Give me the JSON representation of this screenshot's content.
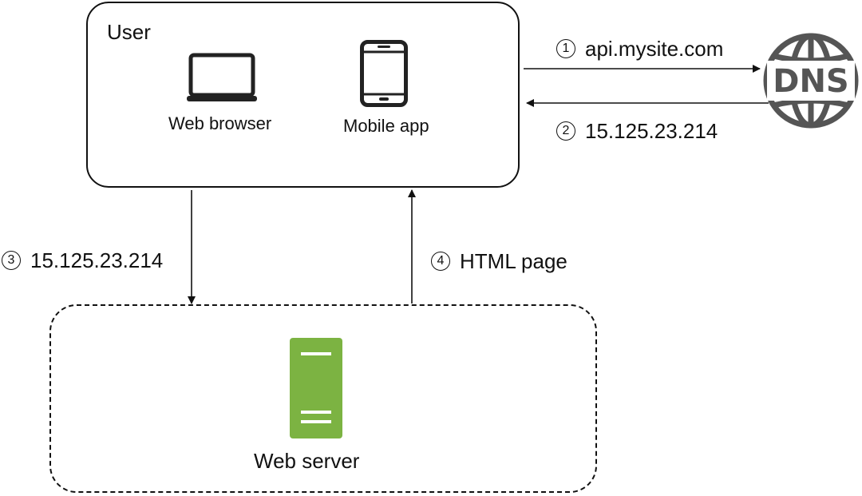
{
  "user": {
    "title": "User",
    "web_browser_label": "Web browser",
    "mobile_app_label": "Mobile app"
  },
  "dns": {
    "icon_text": "DNS"
  },
  "server": {
    "label": "Web server",
    "icon_color": "#7cb342"
  },
  "steps": [
    {
      "number": "1",
      "text": "api.mysite.com"
    },
    {
      "number": "2",
      "text": "15.125.23.214"
    },
    {
      "number": "3",
      "text": "15.125.23.214"
    },
    {
      "number": "4",
      "text": "HTML page"
    }
  ],
  "colors": {
    "stroke": "#111111",
    "dns_icon": "#555555",
    "device_icon": "#222222"
  }
}
